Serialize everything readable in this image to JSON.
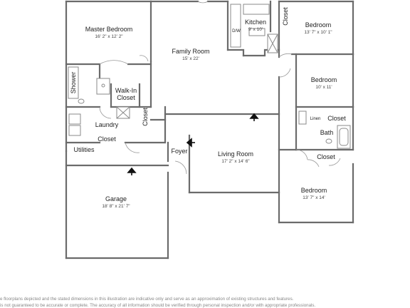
{
  "rooms": {
    "master_bedroom": {
      "name": "Master Bedroom",
      "dims": "16' 2\" x 12' 2\""
    },
    "family_room": {
      "name": "Family Room",
      "dims": "15' x 22'"
    },
    "kitchen": {
      "name": "Kitchen",
      "dims": "9' x 10'"
    },
    "bedroom_1": {
      "name": "Bedroom",
      "dims": "13' 7\" x 10' 1\""
    },
    "bedroom_2": {
      "name": "Bedroom",
      "dims": "10' x 11'"
    },
    "bedroom_3": {
      "name": "Bedroom",
      "dims": "13' 7\" x 14'"
    },
    "living_room": {
      "name": "Living Room",
      "dims": "17' 2\" x 14' 6\""
    },
    "garage": {
      "name": "Garage",
      "dims": "18' 8\" x 21' 7\""
    },
    "shower": "Shower",
    "walk_in_closet_line1": "Walk-In",
    "walk_in_closet_line2": "Closet",
    "laundry": "Laundry",
    "utilities": "Utilities",
    "foyer": "Foyer",
    "bath": "Bath",
    "closet_kitchen": "Closet",
    "closet_foyer": "Closet",
    "closet_laundry": "Closet",
    "closet_bath": "Closet",
    "closet_bedroom3": "Closet",
    "linen": "Linen",
    "dw": "D/W"
  },
  "disclaimer": {
    "line1": "e floorplans depicted and the stated dimensions in this illustration are indicative only and serve as an approximation of existing structures and features.",
    "line2": "is not guaranteed to be accurate or complete. The accuracy of all information should be verified through personal inspection and/or with appropriate professionals."
  }
}
